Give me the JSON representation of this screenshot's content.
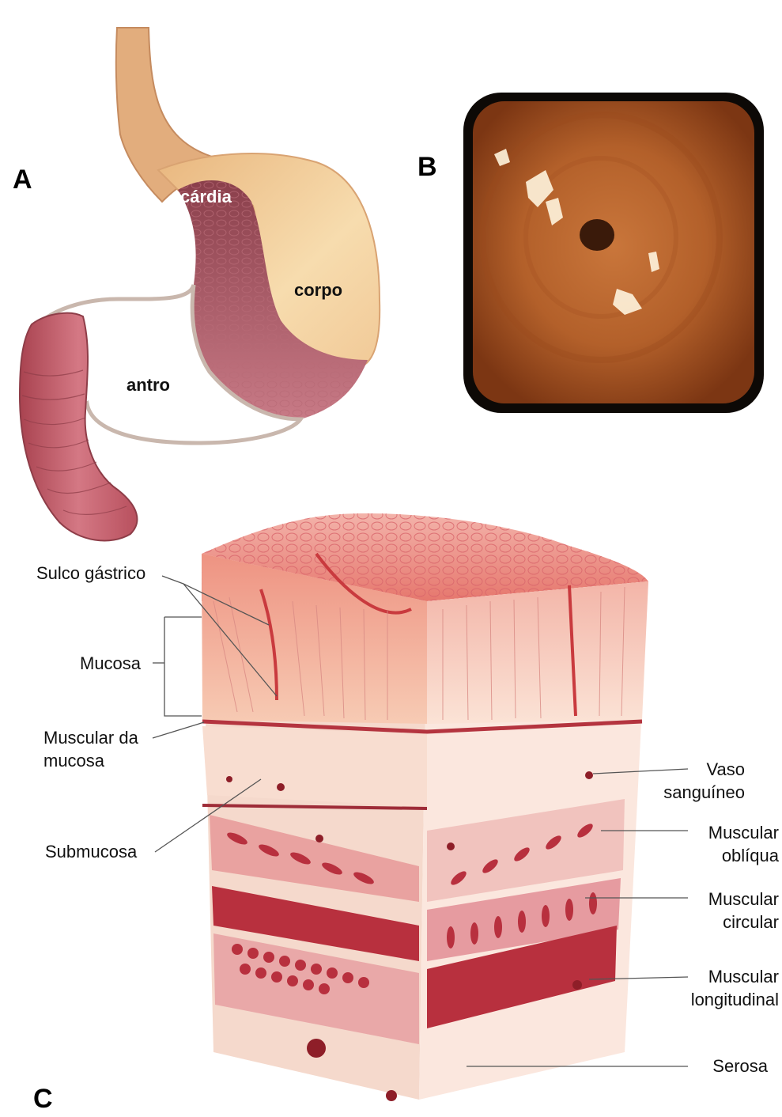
{
  "panels": {
    "a": {
      "letter": "A",
      "labels": {
        "cardia": "cárdia",
        "corpo": "corpo",
        "antro": "antro"
      }
    },
    "b": {
      "letter": "B"
    },
    "c": {
      "letter": "C",
      "left_labels": {
        "sulco": "Sulco gástrico",
        "mucosa": "Mucosa",
        "muscular_mucosa_1": "Muscular da",
        "muscular_mucosa_2": "mucosa",
        "submucosa": "Submucosa"
      },
      "right_labels": {
        "vaso_1": "Vaso",
        "vaso_2": "sanguíneo",
        "obliqua_1": "Muscular",
        "obliqua_2": "oblíqua",
        "circular_1": "Muscular",
        "circular_2": "circular",
        "longitudinal_1": "Muscular",
        "longitudinal_2": "longitudinal",
        "serosa": "Serosa"
      }
    }
  },
  "colors": {
    "esophagus": "#e7b88a",
    "fundus": "#f3d3a3",
    "mucosa_dark": "#9c4f5a",
    "duodenum": "#c8606c",
    "endoscopy": "#b8652c",
    "tissue_top": "#e98078",
    "muscle": "#b8303e"
  }
}
